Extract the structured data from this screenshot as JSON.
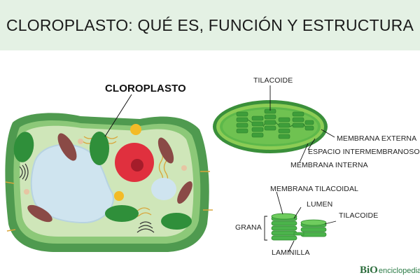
{
  "title": "CLOROPLASTO: QUÉ ES, FUNCIÓN Y ESTRUCTURA",
  "labels": {
    "cloroplasto": "CLOROPLASTO",
    "tilacoide_top": "TILACOIDE",
    "membrana_externa": "MEMBRANA EXTERNA",
    "espacio_intermembranoso": "ESPACIO INTERMEMBRANOSO",
    "membrana_interna": "MEMBRANA INTERNA",
    "membrana_tilacoidal": "MEMBRANA TILACOIDAL",
    "lumen": "LUMEN",
    "tilacoide_bottom": "TILACOIDE",
    "grana": "GRANA",
    "laminilla": "LAMINILLA"
  },
  "brand": {
    "part1": "BiO",
    "part2": "enciclopedia"
  },
  "colors": {
    "header_bg": "#e4f1e4",
    "cell_wall": "#4f9a4f",
    "cytoplasm": "#cfe6b9",
    "vacuole": "#cfe4ef",
    "nucleus": "#e0303e",
    "chloroplast": "#2f8f3a",
    "thylakoid": "#4bb34b"
  }
}
